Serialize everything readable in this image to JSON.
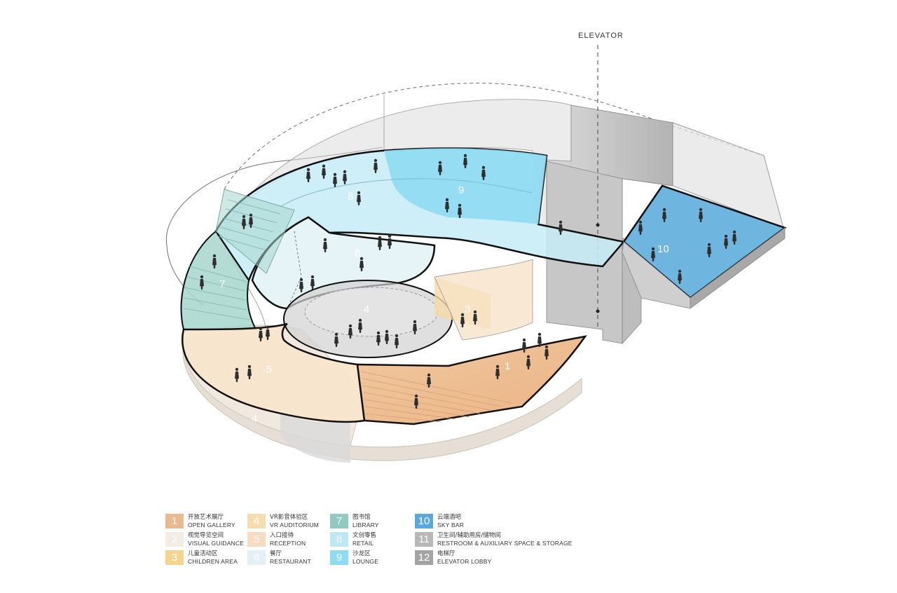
{
  "diagram": {
    "elevator_label": "ELEVATOR",
    "zone_labels": [
      {
        "num": "1",
        "zone": "open-gallery"
      },
      {
        "num": "3",
        "zone": "children-area"
      },
      {
        "num": "4",
        "zone": "vr-auditorium-upper"
      },
      {
        "num": "4",
        "zone": "vr-auditorium-lower"
      },
      {
        "num": "5",
        "zone": "reception"
      },
      {
        "num": "6",
        "zone": "restaurant"
      },
      {
        "num": "7",
        "zone": "library"
      },
      {
        "num": "8",
        "zone": "retail"
      },
      {
        "num": "9",
        "zone": "lounge"
      },
      {
        "num": "10",
        "zone": "sky-bar"
      }
    ]
  },
  "colors": {
    "open_gallery": "#efbf92",
    "visual_guidance": "#f6efe6",
    "children_area": "#f7d594",
    "vr_auditorium": "#f7dfb3",
    "reception": "#f8e0c3",
    "restaurant": "#dff0f7",
    "library": "#a9d7cf",
    "retail": "#c5ecf5",
    "lounge": "#9ee1f3",
    "sky_bar": "#72b6e0",
    "restroom": "#b9b9b9",
    "elevator_lobby": "#a8a8a8"
  },
  "legend": {
    "columns": [
      {
        "items": [
          {
            "num": "1",
            "cn": "开放艺术展厅",
            "en": "OPEN GALLERY",
            "color": "#e9b98f"
          },
          {
            "num": "2",
            "cn": "视觉导览空间",
            "en": "VISUAL GUIDANCE",
            "color": "#f3ece4"
          },
          {
            "num": "3",
            "cn": "儿童活动区",
            "en": "CHILDREN AREA",
            "color": "#f5d48f"
          }
        ]
      },
      {
        "items": [
          {
            "num": "4",
            "cn": "VR影音体验区",
            "en": "VR AUDITORIUM",
            "color": "#f6dcae"
          },
          {
            "num": "5",
            "cn": "入口接待",
            "en": "RECEPTION",
            "color": "#f7dcc0"
          },
          {
            "num": "6",
            "cn": "餐厅",
            "en": "RESTAURANT",
            "color": "#e1f1f7"
          }
        ]
      },
      {
        "items": [
          {
            "num": "7",
            "cn": "图书馆",
            "en": "LIBRARY",
            "color": "#8fcbc2"
          },
          {
            "num": "8",
            "cn": "文创零售",
            "en": "RETAIL",
            "color": "#bde9f4"
          },
          {
            "num": "9",
            "cn": "沙龙区",
            "en": "LOUNGE",
            "color": "#8ddcf2"
          }
        ]
      },
      {
        "items": [
          {
            "num": "10",
            "cn": "云端酒吧",
            "en": "SKY BAR",
            "color": "#5aa9dc"
          },
          {
            "num": "11",
            "cn": "卫生间/辅助用房/储物间",
            "en": "RESTROOM & AUXILIARY SPACE & STORAGE",
            "color": "#b8b8b8"
          },
          {
            "num": "12",
            "cn": "电梯厅",
            "en": "ELEVATOR LOBBY",
            "color": "#a4a4a4"
          }
        ]
      }
    ]
  }
}
